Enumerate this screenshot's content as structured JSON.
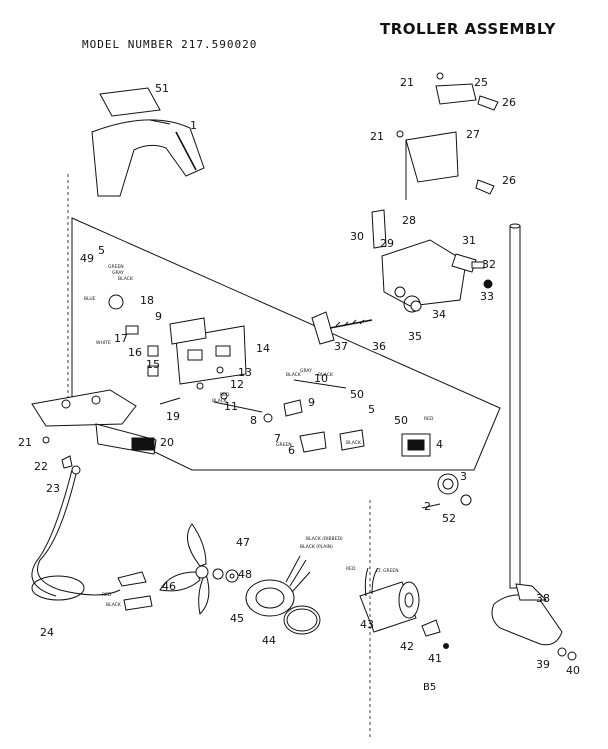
{
  "header": {
    "title": "TROLLER ASSEMBLY",
    "model_number": "MODEL NUMBER 217.590020"
  },
  "footer": {
    "page_code": "B5"
  },
  "callouts": [
    "51",
    "1",
    "21",
    "25",
    "26",
    "21",
    "27",
    "26",
    "28",
    "30",
    "29",
    "31",
    "49",
    "5",
    "32",
    "33",
    "18",
    "9",
    "34",
    "35",
    "37",
    "36",
    "17",
    "16",
    "15",
    "14",
    "13",
    "12",
    "10",
    "19",
    "11",
    "9",
    "50",
    "5",
    "50",
    "8",
    "7",
    "6",
    "4",
    "21",
    "20",
    "22",
    "23",
    "3",
    "2",
    "52",
    "47",
    "48",
    "46",
    "45",
    "44",
    "43",
    "38",
    "42",
    "41",
    "39",
    "40",
    "24"
  ],
  "wire_labels": [
    "GREEN",
    "GRAY",
    "BLACK",
    "BLUE",
    "RED",
    "BLACK",
    "WHITE",
    "RED",
    "LT. GREEN",
    "BLACK",
    "GRAY",
    "BLACK",
    "GREEN",
    "BLACK",
    "RED",
    "BLACK (PLAIN)",
    "BLACK (RIBBED)",
    "RED",
    "BLACK"
  ]
}
